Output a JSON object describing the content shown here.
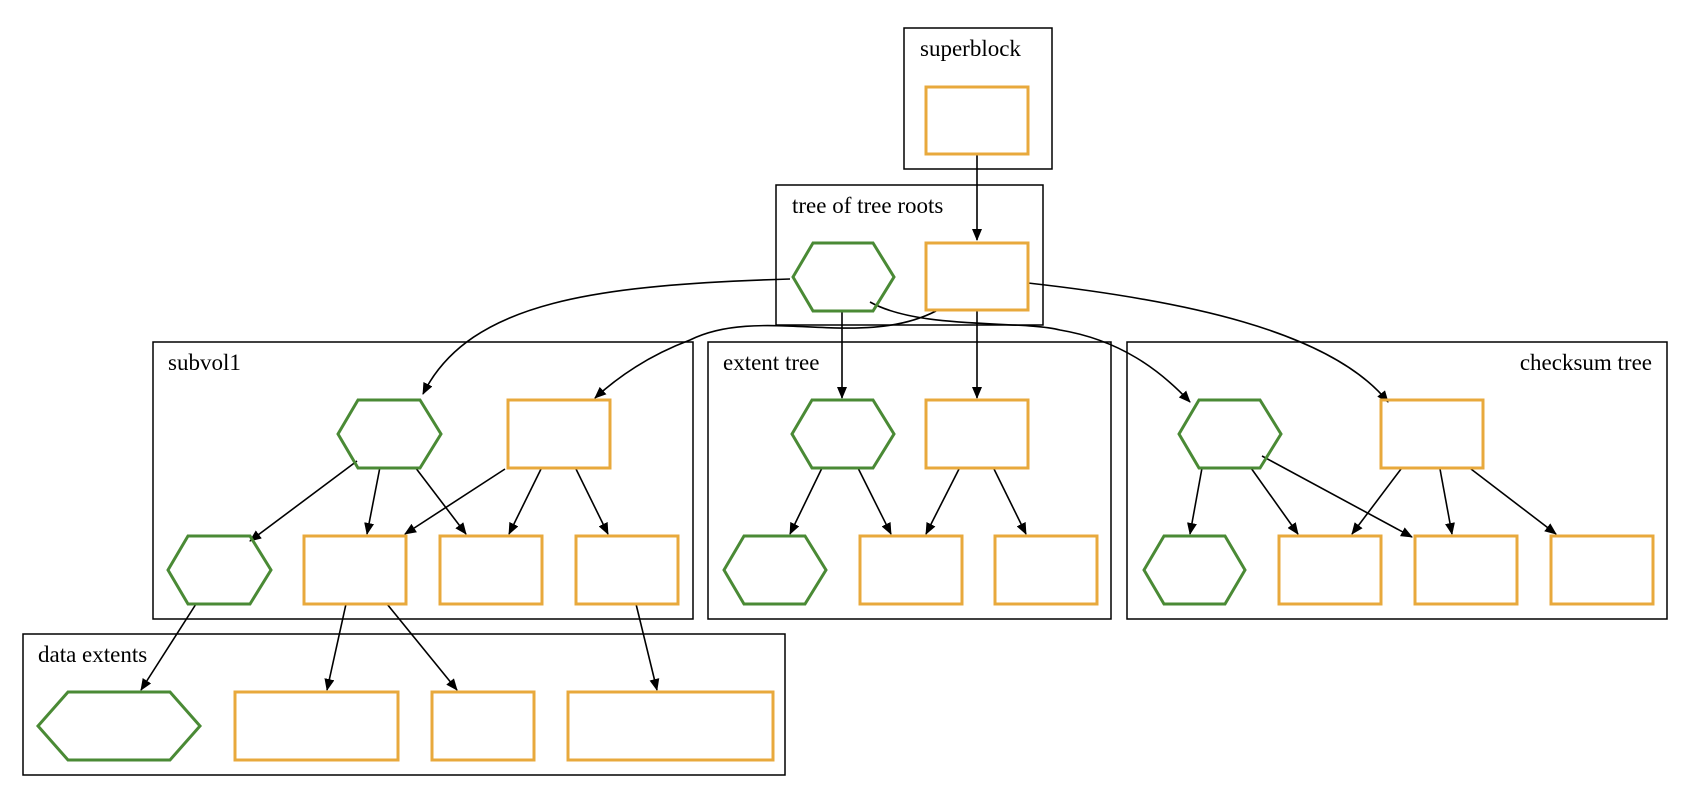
{
  "colors": {
    "background": "#ffffff",
    "cluster_border": "#000000",
    "edge": "#000000",
    "rect_node": "#e8a93c",
    "hex_node": "#4a8a35"
  },
  "clusters": [
    {
      "id": "superblock",
      "label": "superblock"
    },
    {
      "id": "treeroots",
      "label": "tree of tree roots"
    },
    {
      "id": "subvol1",
      "label": "subvol1"
    },
    {
      "id": "extent",
      "label": "extent tree"
    },
    {
      "id": "checksum",
      "label": "checksum tree"
    },
    {
      "id": "data",
      "label": "data extents"
    }
  ]
}
